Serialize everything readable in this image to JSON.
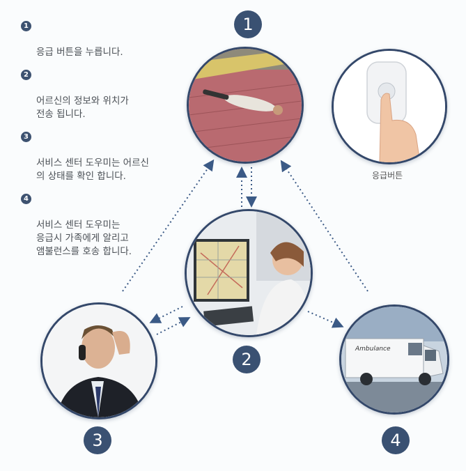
{
  "steps": [
    {
      "num": "1",
      "text": "응급 버튼을 누릅니다."
    },
    {
      "num": "2",
      "text": "어르신의 정보와 위치가\n전송 됩니다."
    },
    {
      "num": "3",
      "text": "서비스 센터 도우미는 어르신\n의 상태를 확인 합니다."
    },
    {
      "num": "4",
      "text": "서비스 센터 도우미는\n응급시 가족에게 알리고\n앰불런스를 호송 합니다."
    }
  ],
  "badges": {
    "one": "1",
    "two": "2",
    "three": "3",
    "four": "4"
  },
  "button_caption": "응급버튼",
  "ambulance_text": "Ambulance",
  "colors": {
    "navy": "#34486a",
    "badge": "#3a5172",
    "arrow": "#3b5a86"
  }
}
